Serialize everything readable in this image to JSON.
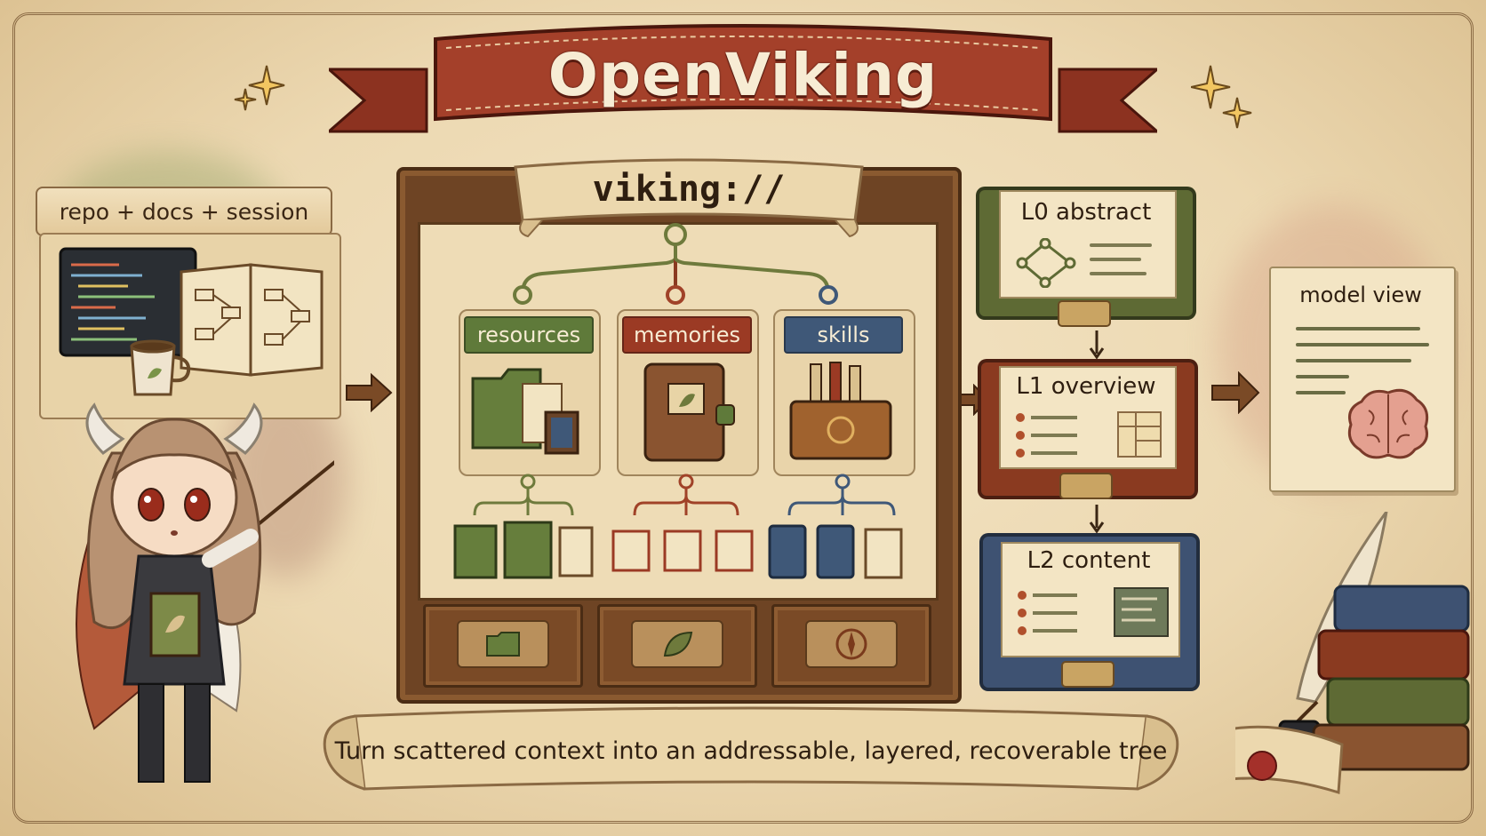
{
  "title": "OpenViking",
  "root_scheme": "viking://",
  "input_label": "repo + docs + session",
  "categories": [
    {
      "label": "resources",
      "color": "#5f7a3a"
    },
    {
      "label": "memories",
      "color": "#9b3a24"
    },
    {
      "label": "skills",
      "color": "#3f5878"
    }
  ],
  "layers": [
    {
      "label": "L0 abstract",
      "color": "#5e6a34"
    },
    {
      "label": "L1 overview",
      "color": "#8a3a20"
    },
    {
      "label": "L2 content",
      "color": "#3e5272"
    }
  ],
  "output_label": "model view",
  "tagline": "Turn scattered context into an addressable, layered, recoverable tree",
  "icons": [
    "sparkle-icon",
    "folder-icon",
    "book-icon",
    "toolbox-icon",
    "leaf-icon",
    "compass-icon",
    "brain-icon",
    "quill-icon",
    "coffee-mug-icon",
    "laptop-icon"
  ]
}
